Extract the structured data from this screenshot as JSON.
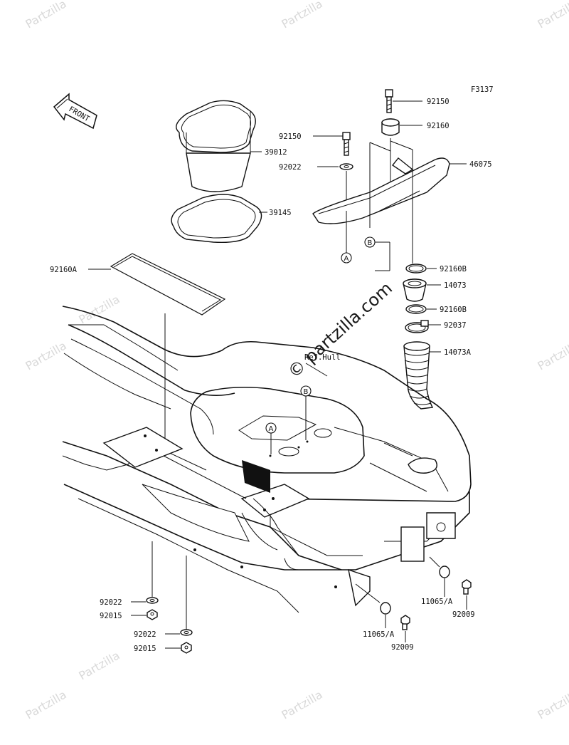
{
  "diagram": {
    "figure_code": "F3137",
    "front_label": "FRONT",
    "watermark": "Partzilla",
    "center_watermark": "© partzilla.com",
    "hull_ref": "Ref.Hull",
    "callout_a": "A",
    "callout_b": "B",
    "parts": [
      {
        "id": "p92150-top",
        "label": "92150"
      },
      {
        "id": "p92160",
        "label": "92160"
      },
      {
        "id": "p92150-left",
        "label": "92150"
      },
      {
        "id": "p39012",
        "label": "39012"
      },
      {
        "id": "p92022-top",
        "label": "92022"
      },
      {
        "id": "p46075",
        "label": "46075"
      },
      {
        "id": "p39145",
        "label": "39145"
      },
      {
        "id": "p92160A",
        "label": "92160A"
      },
      {
        "id": "p92160B-1",
        "label": "92160B"
      },
      {
        "id": "p14073",
        "label": "14073"
      },
      {
        "id": "p92160B-2",
        "label": "92160B"
      },
      {
        "id": "p92037",
        "label": "92037"
      },
      {
        "id": "p14073A",
        "label": "14073A"
      },
      {
        "id": "p92022-a",
        "label": "92022"
      },
      {
        "id": "p92015-a",
        "label": "92015"
      },
      {
        "id": "p92022-b",
        "label": "92022"
      },
      {
        "id": "p92015-b",
        "label": "92015"
      },
      {
        "id": "p11065A-1",
        "label": "11065/A"
      },
      {
        "id": "p92009-1",
        "label": "92009"
      },
      {
        "id": "p11065A-2",
        "label": "11065/A"
      },
      {
        "id": "p92009-2",
        "label": "92009"
      }
    ]
  }
}
